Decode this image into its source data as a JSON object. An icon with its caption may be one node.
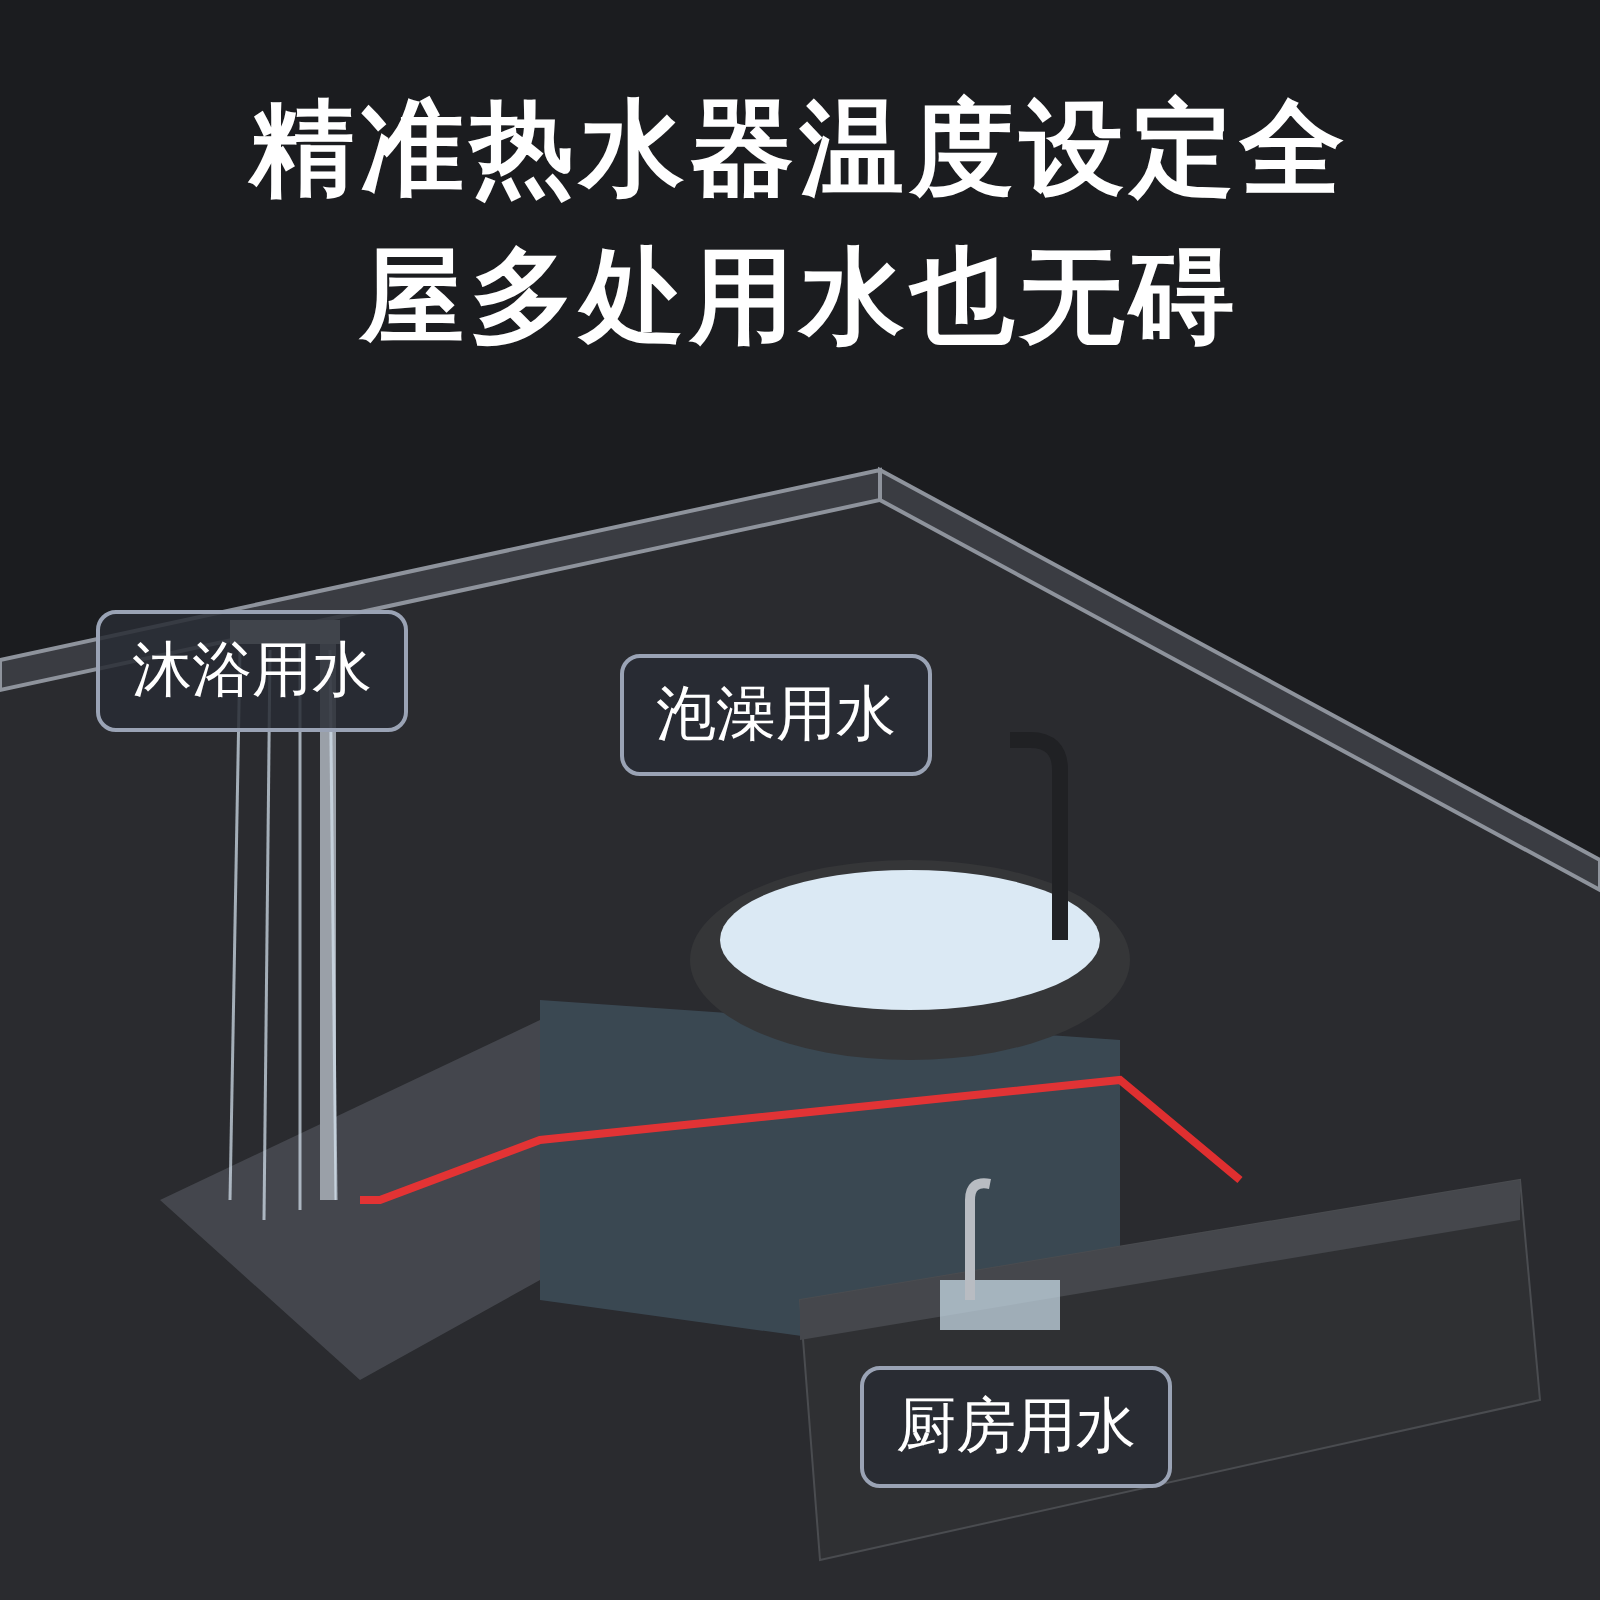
{
  "diagram": {
    "title": "精准热水器温度设定全屋多处用水也无碍",
    "nodes": [
      {
        "text": [
          "沐浴用水"
        ]
      },
      {
        "text": [
          "泡澡用水"
        ]
      },
      {
        "text": [
          "厨房用水"
        ]
      }
    ]
  }
}
